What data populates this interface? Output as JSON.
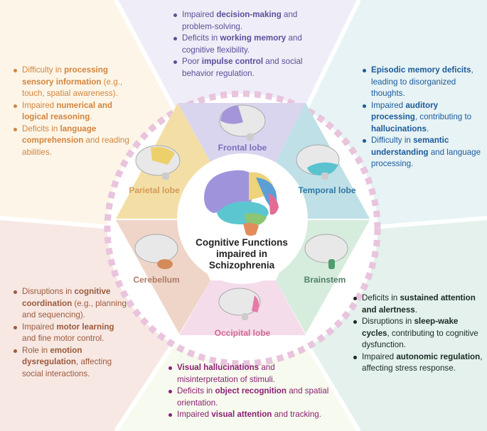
{
  "center": {
    "title": "Cognitive Functions impaired in Schizophrenia"
  },
  "lobes": {
    "frontal": {
      "label": "Frontal lobe",
      "color": "#7b6fb8"
    },
    "temporal": {
      "label": "Temporal lobe",
      "color": "#2e78a6"
    },
    "parietal": {
      "label": "Parietal lobe",
      "color": "#d49a52"
    },
    "cerebellum": {
      "label": "Cerebellum",
      "color": "#b07a64"
    },
    "occipital": {
      "label": "Occipital lobe",
      "color": "#d06a98"
    },
    "brainstem": {
      "label": "Brainstem",
      "color": "#4f7e66"
    }
  },
  "panels": {
    "frontal": [
      [
        {
          "t": "Impaired ",
          "b": false
        },
        {
          "t": "decision-making",
          "b": true
        },
        {
          "t": " and problem-solving.",
          "b": false
        }
      ],
      [
        {
          "t": "Deficits in ",
          "b": false
        },
        {
          "t": "working memory",
          "b": true
        },
        {
          "t": " and cognitive flexibility.",
          "b": false
        }
      ],
      [
        {
          "t": "Poor ",
          "b": false
        },
        {
          "t": "impulse control",
          "b": true
        },
        {
          "t": " and social behavior regulation.",
          "b": false
        }
      ]
    ],
    "parietal": [
      [
        {
          "t": "Difficulty in ",
          "b": false
        },
        {
          "t": "processing sensory information",
          "b": true
        },
        {
          "t": " (e.g., touch, spatial awareness).",
          "b": false
        }
      ],
      [
        {
          "t": "Impaired ",
          "b": false
        },
        {
          "t": "numerical and logical reasoning",
          "b": true
        },
        {
          "t": ".",
          "b": false
        }
      ],
      [
        {
          "t": "Deficits in ",
          "b": false
        },
        {
          "t": "language comprehension",
          "b": true
        },
        {
          "t": " and reading abilities.",
          "b": false
        }
      ]
    ],
    "temporal": [
      [
        {
          "t": "Episodic memory deficits",
          "b": true
        },
        {
          "t": ", leading to disorganized thoughts.",
          "b": false
        }
      ],
      [
        {
          "t": "Impaired ",
          "b": false
        },
        {
          "t": "auditory processing",
          "b": true
        },
        {
          "t": ", contributing to ",
          "b": false
        },
        {
          "t": "hallucinations",
          "b": true
        },
        {
          "t": ".",
          "b": false
        }
      ],
      [
        {
          "t": "Difficulty in ",
          "b": false
        },
        {
          "t": "semantic understanding",
          "b": true
        },
        {
          "t": " and language processing.",
          "b": false
        }
      ]
    ],
    "cerebellum": [
      [
        {
          "t": "Disruptions in ",
          "b": false
        },
        {
          "t": "cognitive coordination",
          "b": true
        },
        {
          "t": " (e.g., planning and sequencing).",
          "b": false
        }
      ],
      [
        {
          "t": "Impaired ",
          "b": false
        },
        {
          "t": "motor learning",
          "b": true
        },
        {
          "t": " and fine motor control.",
          "b": false
        }
      ],
      [
        {
          "t": "Role in ",
          "b": false
        },
        {
          "t": "emotion dysregulation",
          "b": true
        },
        {
          "t": ", affecting social interactions.",
          "b": false
        }
      ]
    ],
    "brainstem": [
      [
        {
          "t": "Deficits in ",
          "b": false
        },
        {
          "t": "sustained attention and alertness",
          "b": true
        },
        {
          "t": ".",
          "b": false
        }
      ],
      [
        {
          "t": "Disruptions in ",
          "b": false
        },
        {
          "t": "sleep-wake cycles",
          "b": true
        },
        {
          "t": ", contributing to cognitive dysfunction.",
          "b": false
        }
      ],
      [
        {
          "t": "Impaired ",
          "b": false
        },
        {
          "t": "autonomic regulation",
          "b": true
        },
        {
          "t": ", affecting stress response.",
          "b": false
        }
      ]
    ],
    "occipital": [
      [
        {
          "t": "Visual hallucinations",
          "b": true
        },
        {
          "t": " and misinterpretation of stimuli.",
          "b": false
        }
      ],
      [
        {
          "t": "Deficits in ",
          "b": false
        },
        {
          "t": "object recognition",
          "b": true
        },
        {
          "t": " and spatial orientation.",
          "b": false
        }
      ],
      [
        {
          "t": "Impaired ",
          "b": false
        },
        {
          "t": "visual attention",
          "b": true
        },
        {
          "t": " and tracking.",
          "b": false
        }
      ]
    ]
  },
  "panel_colors": {
    "frontal": "#5a4f9a",
    "parietal": "#d2843e",
    "temporal": "#1d5a9c",
    "cerebellum": "#9a5a3c",
    "brainstem": "#1a2a22",
    "occipital": "#8a1f72"
  }
}
